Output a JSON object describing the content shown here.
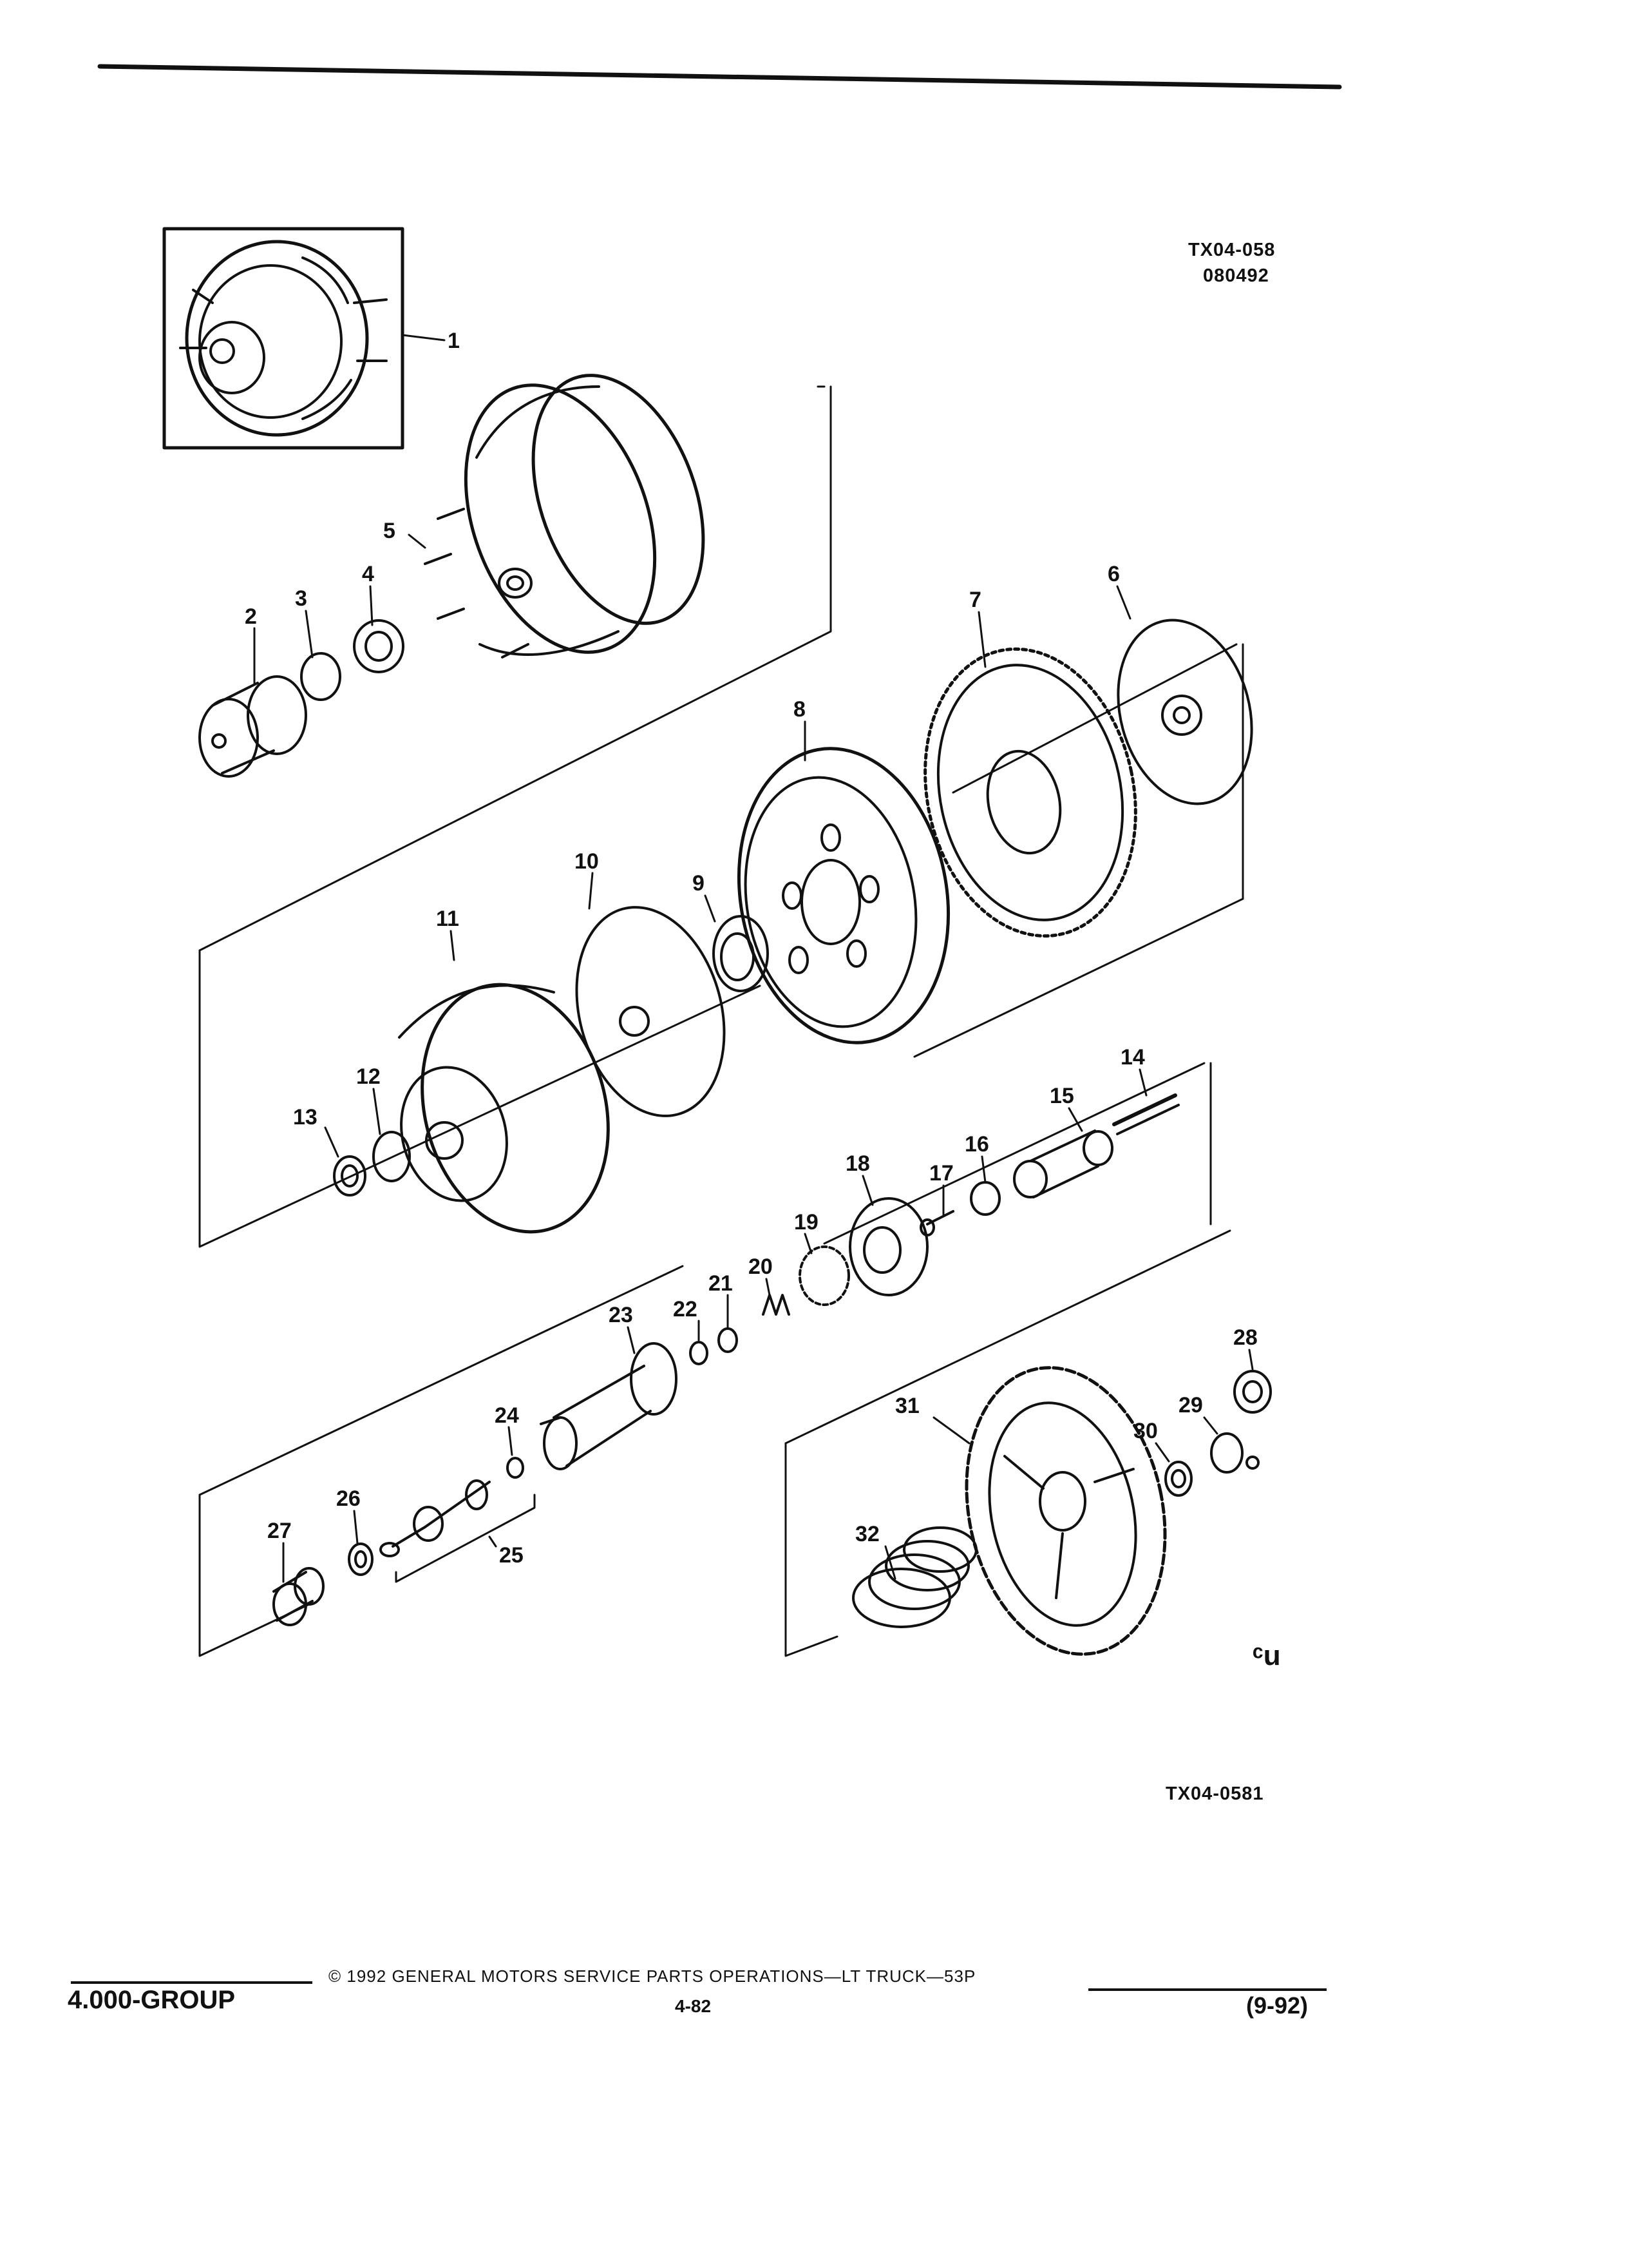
{
  "header": {
    "figure_code": "TX04-058",
    "figure_date": "080492"
  },
  "figure": {
    "bottom_code": "TX04-0581",
    "mark": "ᶜu",
    "callouts": [
      "1",
      "2",
      "3",
      "4",
      "5",
      "6",
      "7",
      "8",
      "9",
      "10",
      "11",
      "12",
      "13",
      "14",
      "15",
      "16",
      "17",
      "18",
      "19",
      "20",
      "21",
      "22",
      "23",
      "24",
      "25",
      "26",
      "27",
      "28",
      "29",
      "30",
      "31",
      "32"
    ]
  },
  "footer": {
    "group": "4.000-GROUP",
    "copyright": "© 1992 GENERAL MOTORS SERVICE PARTS OPERATIONS—LT TRUCK—53P",
    "page_number": "4-82",
    "revision": "(9-92)"
  },
  "colors": {
    "ink": "#111111",
    "paper": "#ffffff"
  }
}
